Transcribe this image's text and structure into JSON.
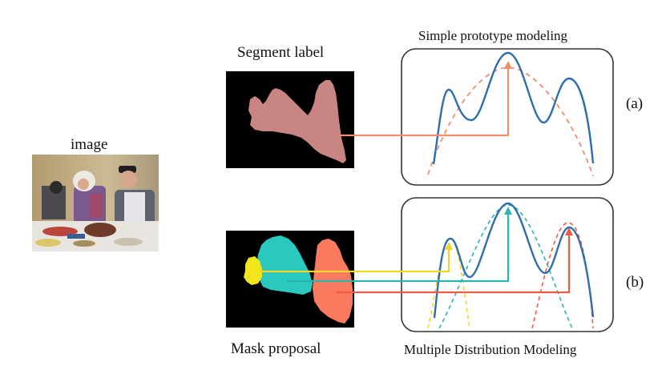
{
  "labels": {
    "image": "image",
    "segment_label": "Segment label",
    "mask_proposal": "Mask proposal",
    "simple_modeling": "Simple prototype modeling",
    "multiple_modeling": "Multiple Distribution Modeling",
    "panel_a": "(a)",
    "panel_b": "(b)"
  },
  "colors": {
    "curve": "#2f6ead",
    "segment_pink": "#c98582",
    "arrow_salmon": "#ef8e6d",
    "mask_yellow": "#f3e51b",
    "mask_cyan": "#2ac9c0",
    "mask_coral": "#f97a5e",
    "arrow_yellow": "#f2d52a",
    "arrow_teal": "#2bb4ae",
    "arrow_red": "#ec5b44"
  },
  "icons": {
    "photo": "photo-of-people-at-dinner-table"
  }
}
